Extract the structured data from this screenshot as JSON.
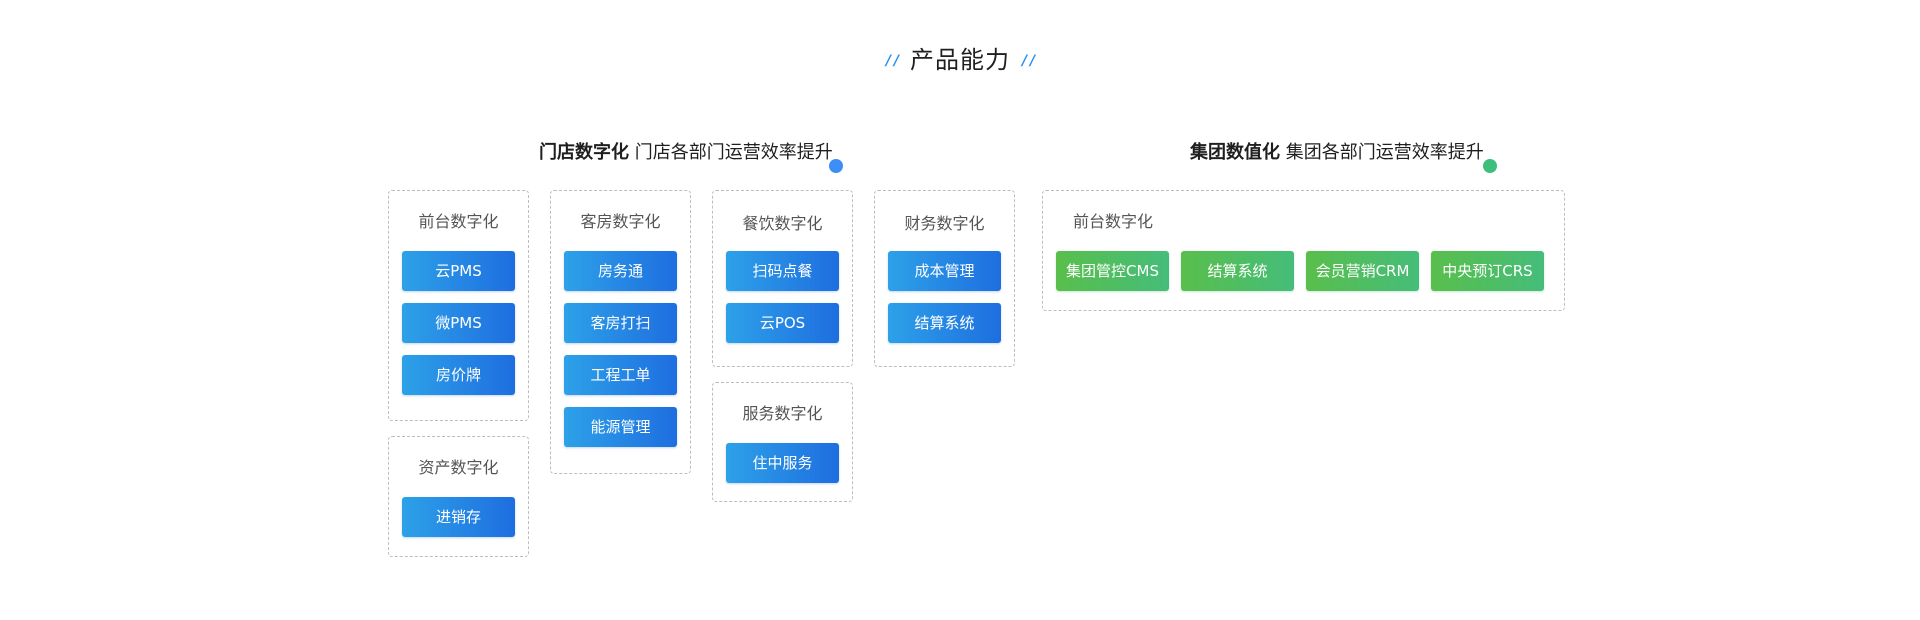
{
  "title": {
    "text": "产品能力",
    "slash_left": "/ /",
    "slash_right": "/ /"
  },
  "colors": {
    "accent_blue": "#2b8ef0",
    "accent_green": "#3cbf7a"
  },
  "sections": {
    "store": {
      "strong": "门店数字化",
      "desc": "门店各部门运营效率提升",
      "groups": {
        "front": {
          "title": "前台数字化",
          "items": [
            "云PMS",
            "微PMS",
            "房价牌"
          ]
        },
        "asset": {
          "title": "资产数字化",
          "items": [
            "进销存"
          ]
        },
        "room": {
          "title": "客房数字化",
          "items": [
            "房务通",
            "客房打扫",
            "工程工单",
            "能源管理"
          ]
        },
        "dining": {
          "title": "餐饮数字化",
          "items": [
            "扫码点餐",
            "云POS"
          ]
        },
        "service": {
          "title": "服务数字化",
          "items": [
            "住中服务"
          ]
        },
        "finance": {
          "title": "财务数字化",
          "items": [
            "成本管理",
            "结算系统"
          ]
        }
      }
    },
    "group": {
      "strong": "集团数值化",
      "desc": "集团各部门运营效率提升",
      "groups": {
        "front": {
          "title": "前台数字化",
          "items": [
            "集团管控CMS",
            "结算系统",
            "会员营销CRM",
            "中央预订CRS"
          ]
        }
      }
    }
  }
}
